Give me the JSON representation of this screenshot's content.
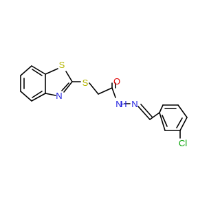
{
  "molecule": {
    "atoms": {
      "s_ring": {
        "label": "S",
        "color": "#b5b500"
      },
      "s_link": {
        "label": "S",
        "color": "#b5b500"
      },
      "n_ring": {
        "label": "N",
        "color": "#2020e0"
      },
      "o": {
        "label": "O",
        "color": "#e00000"
      },
      "nh": {
        "label": "N",
        "color": "#2020e0"
      },
      "h": {
        "label": "H",
        "color": "#2020e0"
      },
      "n_imine": {
        "label": "N",
        "color": "#2020e0"
      },
      "cl": {
        "label": "Cl",
        "color": "#00a000"
      }
    },
    "bond_color": "#000000"
  }
}
